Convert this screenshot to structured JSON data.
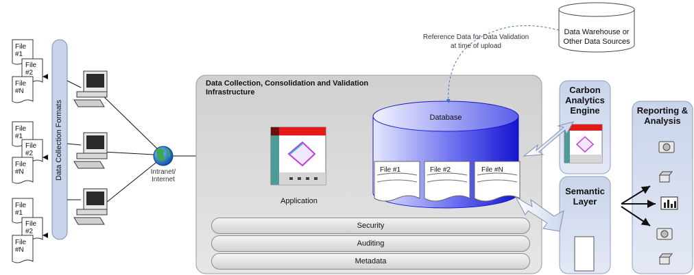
{
  "sources": {
    "groups": [
      {
        "file1": "File\n#1",
        "file2": "File\n#2",
        "fileN": "File\n#N"
      },
      {
        "file1": "File\n#1",
        "file2": "File\n#2",
        "fileN": "File\n#N"
      },
      {
        "file1": "File\n#1",
        "file2": "File\n#2",
        "fileN": "File\n#N"
      }
    ],
    "formats_label": "Data Collection Formats"
  },
  "network": {
    "label": "Intranet/\nInternet"
  },
  "infrastructure": {
    "title": "Data Collection, Consolidation and Validation\nInfrastructure",
    "application_label": "Application",
    "database_label": "Database",
    "db_files": [
      "File #1",
      "File #2",
      "File #N"
    ],
    "layers": [
      "Security",
      "Auditing",
      "Metadata"
    ]
  },
  "reference": {
    "note": "Reference Data for Data Validation\nat time of upload",
    "warehouse_label": "Data Warehouse or\nOther Data Sources"
  },
  "carbon_engine": {
    "title": "Carbon\nAnalytics\nEngine"
  },
  "semantic_layer": {
    "title": "Semantic\nLayer"
  },
  "reporting": {
    "title": "Reporting &\nAnalysis"
  },
  "colors": {
    "panel_gray": "#d9d9d9",
    "blue_panel": "#c5d1e8",
    "database_blue": "#1f1fd6",
    "app_red": "#e31b1b",
    "app_teal": "#4e9a97"
  }
}
